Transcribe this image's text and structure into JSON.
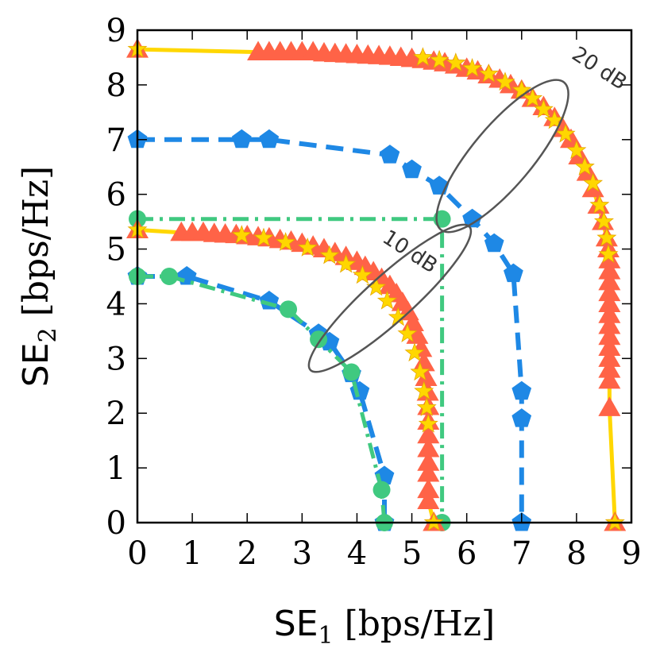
{
  "chart_data": {
    "type": "line",
    "xlabel_main": "SE",
    "xlabel_sub": "1",
    "xlabel_unit": " [bps/Hz]",
    "ylabel_main": "SE",
    "ylabel_sub": "2",
    "ylabel_unit": " [bps/Hz]",
    "xlim": [
      0,
      9
    ],
    "ylim": [
      0,
      9
    ],
    "xticks": [
      0,
      1,
      2,
      3,
      4,
      5,
      6,
      7,
      8,
      9
    ],
    "yticks": [
      0,
      1,
      2,
      3,
      4,
      5,
      6,
      7,
      8,
      9
    ],
    "grid": false,
    "colors": {
      "orange": "#FF6347",
      "yellow": "#FFD700",
      "star": "#FFD700",
      "blue": "#1E88E5",
      "green": "#40C980",
      "ellipse": "#555555"
    },
    "annotations": [
      {
        "text": "20 dB",
        "x": 8.35,
        "y": 8.2,
        "rotate": 33
      },
      {
        "text": "10 dB",
        "x": 4.9,
        "y": 4.85,
        "rotate": 33
      }
    ],
    "ellipses": [
      {
        "cx": 6.65,
        "cy": 6.7,
        "rx": 1.75,
        "ry": 0.55,
        "angle": -50
      },
      {
        "cx": 4.6,
        "cy": 4.1,
        "rx": 1.95,
        "ry": 0.42,
        "angle": -42
      }
    ],
    "series": [
      {
        "style": "orange_triangle",
        "marker": "triangle",
        "x": [
          0,
          2.2,
          2.4,
          2.6,
          2.8,
          3.0,
          3.2,
          3.4,
          3.6,
          3.8,
          4.0,
          4.2,
          4.4,
          4.6,
          4.8,
          5.0,
          5.2,
          5.4,
          5.6,
          5.8,
          6.0,
          6.2,
          6.4,
          6.6,
          6.8,
          7.0,
          7.2,
          7.4,
          7.6,
          7.75,
          7.9,
          8.05,
          8.2,
          8.3,
          8.4,
          8.48,
          8.55,
          8.58,
          8.6,
          8.6,
          8.6,
          8.6,
          8.6,
          8.6,
          8.6,
          8.6,
          8.6,
          8.6,
          8.6,
          8.6,
          8.6,
          8.7
        ],
        "y": [
          8.65,
          8.6,
          8.6,
          8.6,
          8.6,
          8.6,
          8.6,
          8.58,
          8.57,
          8.56,
          8.55,
          8.54,
          8.53,
          8.52,
          8.5,
          8.48,
          8.46,
          8.43,
          8.4,
          8.36,
          8.3,
          8.25,
          8.18,
          8.1,
          8.0,
          7.9,
          7.75,
          7.6,
          7.4,
          7.2,
          7.0,
          6.7,
          6.4,
          6.1,
          5.8,
          5.5,
          5.2,
          5.0,
          4.8,
          4.6,
          4.4,
          4.2,
          4.0,
          3.8,
          3.6,
          3.4,
          3.2,
          3.0,
          2.8,
          2.6,
          2.1,
          0
        ]
      },
      {
        "style": "yellow_star",
        "marker": "star",
        "x": [
          0,
          5.2,
          5.5,
          5.8,
          6.1,
          6.4,
          6.7,
          7.0,
          7.2,
          7.4,
          7.6,
          7.8,
          8.0,
          8.15,
          8.3,
          8.42,
          8.5,
          8.55,
          8.58,
          8.7
        ],
        "y": [
          8.65,
          8.5,
          8.45,
          8.4,
          8.3,
          8.2,
          8.05,
          7.9,
          7.75,
          7.55,
          7.35,
          7.1,
          6.8,
          6.5,
          6.2,
          5.8,
          5.5,
          5.2,
          4.9,
          0
        ]
      },
      {
        "style": "blue_pentagon_dashed",
        "marker": "pentagon",
        "x": [
          0,
          1.9,
          2.4,
          4.6,
          5.0,
          5.5,
          6.1,
          6.5,
          6.85,
          7.0,
          7.0,
          7.0
        ],
        "y": [
          7.0,
          7.0,
          7.0,
          6.72,
          6.45,
          6.15,
          5.55,
          5.1,
          4.55,
          2.4,
          1.9,
          0
        ]
      },
      {
        "style": "green_circle_dashdot",
        "marker": "circle",
        "x": [
          0,
          5.55,
          5.55
        ],
        "y": [
          5.55,
          5.55,
          0
        ]
      },
      {
        "style": "orange_triangle",
        "marker": "triangle",
        "x": [
          0,
          0.8,
          1.0,
          1.2,
          1.4,
          1.6,
          1.8,
          2.0,
          2.2,
          2.4,
          2.6,
          2.8,
          3.0,
          3.2,
          3.4,
          3.6,
          3.8,
          4.0,
          4.15,
          4.3,
          4.45,
          4.6,
          4.72,
          4.83,
          4.93,
          5.02,
          5.1,
          5.17,
          5.22,
          5.26,
          5.29,
          5.3,
          5.3,
          5.3,
          5.3,
          5.3,
          5.3,
          5.3,
          5.3,
          5.4
        ],
        "y": [
          5.35,
          5.3,
          5.3,
          5.3,
          5.28,
          5.27,
          5.26,
          5.24,
          5.22,
          5.2,
          5.17,
          5.14,
          5.1,
          5.05,
          5.0,
          4.93,
          4.86,
          4.77,
          4.68,
          4.58,
          4.46,
          4.33,
          4.18,
          4.02,
          3.85,
          3.65,
          3.42,
          3.18,
          2.92,
          2.65,
          2.38,
          2.12,
          1.85,
          1.6,
          1.35,
          1.1,
          0.9,
          0.6,
          0.4,
          0
        ]
      },
      {
        "style": "yellow_star",
        "marker": "star",
        "x": [
          0,
          1.9,
          2.3,
          2.7,
          3.1,
          3.5,
          3.8,
          4.1,
          4.35,
          4.55,
          4.75,
          4.92,
          5.05,
          5.15,
          5.22,
          5.27,
          5.3,
          5.4
        ],
        "y": [
          5.35,
          5.25,
          5.2,
          5.12,
          5.02,
          4.88,
          4.72,
          4.52,
          4.3,
          4.05,
          3.75,
          3.45,
          3.1,
          2.75,
          2.4,
          2.1,
          1.8,
          0
        ]
      },
      {
        "style": "blue_pentagon_dashed",
        "marker": "pentagon",
        "x": [
          0,
          0.9,
          2.4,
          3.3,
          3.5,
          3.9,
          4.05,
          4.5,
          4.5
        ],
        "y": [
          4.5,
          4.5,
          4.05,
          3.45,
          3.3,
          2.72,
          2.4,
          0.85,
          0
        ]
      },
      {
        "style": "green_circle_dashdot",
        "marker": "circle",
        "x": [
          0,
          0.58,
          2.75,
          3.3,
          3.9,
          4.45,
          4.5
        ],
        "y": [
          4.5,
          4.5,
          3.9,
          3.35,
          2.75,
          0.6,
          0
        ]
      }
    ]
  }
}
